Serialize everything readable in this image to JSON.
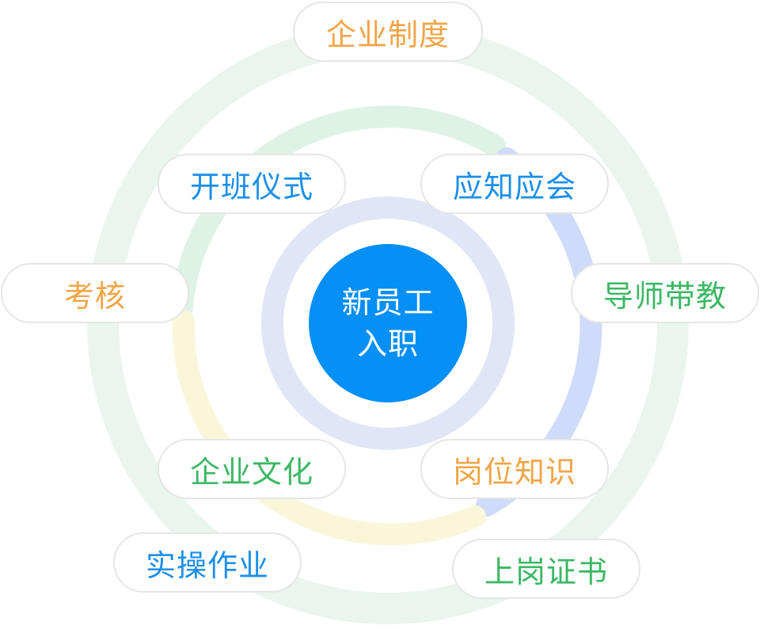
{
  "colors": {
    "orange": "#f2a548",
    "blue": "#1b8fe9",
    "green": "#3cb764",
    "center_fill": "#058ff7",
    "ring_outer": "#e9f5ee",
    "ring_center": "#e0e6f6",
    "arc_green": "#dff2e6",
    "arc_blue": "#cfdbfa",
    "arc_yellow": "#f9f6da"
  },
  "center": {
    "line1": "新员工",
    "line2": "入职"
  },
  "nodes": [
    {
      "id": "company-policy",
      "label": "企业制度",
      "color": "orange"
    },
    {
      "id": "opening-ceremony",
      "label": "开班仪式",
      "color": "blue"
    },
    {
      "id": "must-know",
      "label": "应知应会",
      "color": "blue"
    },
    {
      "id": "assessment",
      "label": "考核",
      "color": "orange"
    },
    {
      "id": "mentor-teaching",
      "label": "导师带教",
      "color": "green"
    },
    {
      "id": "corporate-culture",
      "label": "企业文化",
      "color": "green"
    },
    {
      "id": "job-knowledge",
      "label": "岗位知识",
      "color": "orange"
    },
    {
      "id": "practical-work",
      "label": "实操作业",
      "color": "blue"
    },
    {
      "id": "job-certificate",
      "label": "上岗证书",
      "color": "green"
    }
  ]
}
